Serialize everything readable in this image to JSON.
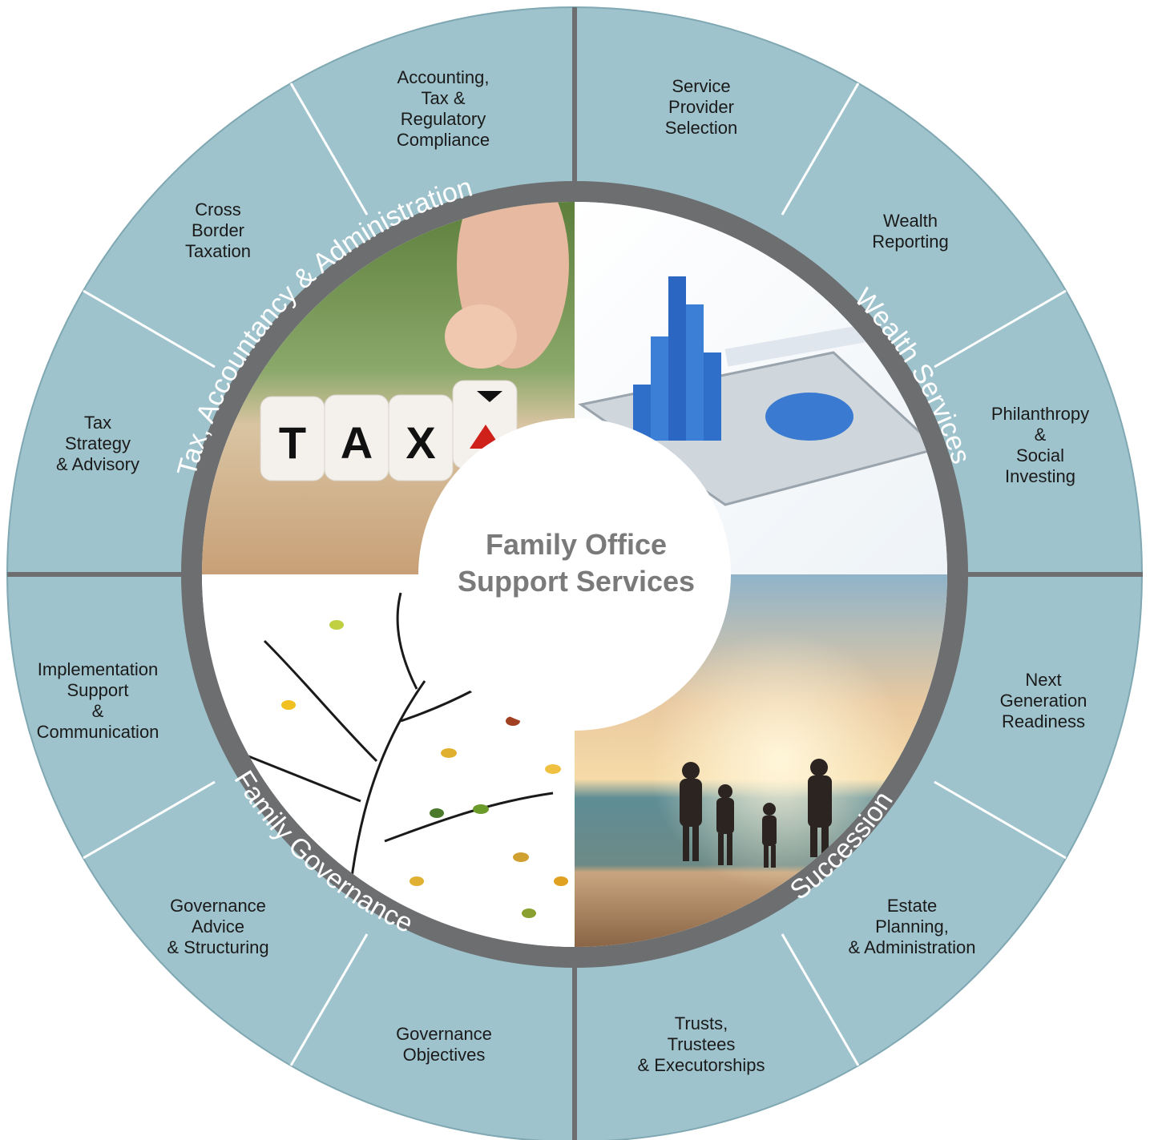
{
  "center": {
    "title_line1": "Family Office",
    "title_line2": "Support Services"
  },
  "quadrants": [
    {
      "name": "tax",
      "label": "Tax, Accountancy & Administration",
      "image": "tax-dice-photo"
    },
    {
      "name": "wealth",
      "label": "Wealth Services",
      "image": "financial-charts-tablet-photo"
    },
    {
      "name": "succession",
      "label": "Succession",
      "image": "family-beach-sunset-photo"
    },
    {
      "name": "governance",
      "label": "Family Governance",
      "image": "tree-with-leaves-illustration"
    }
  ],
  "segments": [
    {
      "lines": [
        "Accounting,",
        "Tax &",
        "Regulatory",
        "Compliance"
      ]
    },
    {
      "lines": [
        "Service",
        "Provider",
        "Selection"
      ]
    },
    {
      "lines": [
        "Wealth",
        "Reporting"
      ]
    },
    {
      "lines": [
        "Philanthropy",
        "&",
        "Social",
        "Investing"
      ]
    },
    {
      "lines": [
        "Next",
        "Generation",
        "Readiness"
      ]
    },
    {
      "lines": [
        "Estate",
        "Planning,",
        "& Administration"
      ]
    },
    {
      "lines": [
        "Trusts,",
        "Trustees",
        "& Executorships"
      ]
    },
    {
      "lines": [
        "Governance",
        "Objectives"
      ]
    },
    {
      "lines": [
        "Governance",
        "Advice",
        "& Structuring"
      ]
    },
    {
      "lines": [
        "Implementation",
        "Support",
        "&",
        "Communication"
      ]
    },
    {
      "lines": [
        "Tax",
        "Strategy",
        "& Advisory"
      ]
    },
    {
      "lines": [
        "Cross",
        "Border",
        "Taxation"
      ]
    }
  ],
  "colors": {
    "outer_ring": "#9fc3cc",
    "gray_ring": "#6c6e70",
    "segment_text": "#1a1a1a",
    "center_text": "#7a7a7a"
  }
}
